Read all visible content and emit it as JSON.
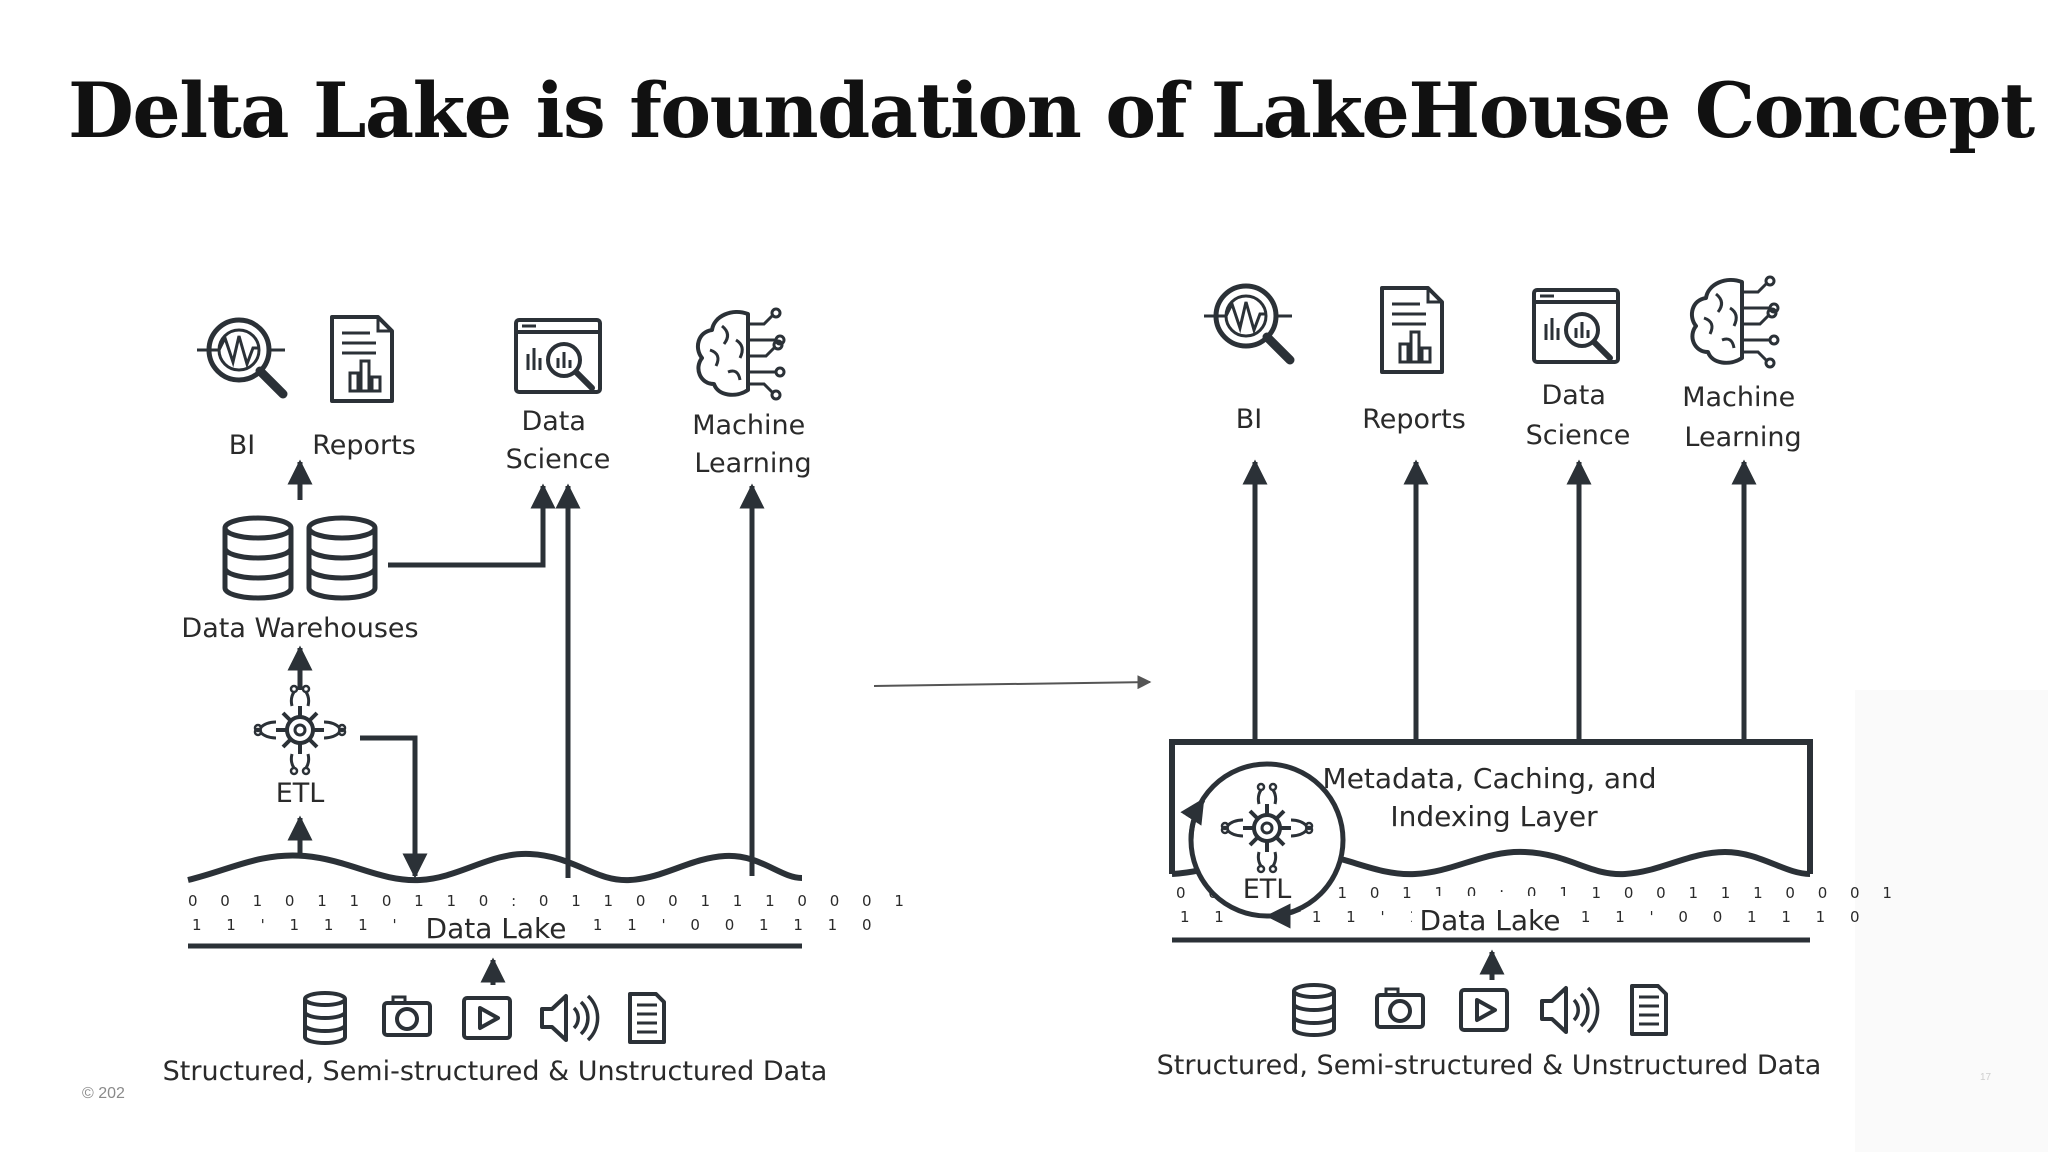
{
  "slide": {
    "title": "Delta Lake is foundation of LakeHouse Concept",
    "footer": "© 202",
    "page_number": "17"
  },
  "left_diagram": {
    "consumers": [
      "BI",
      "Reports",
      "Data Science",
      "Machine Learning"
    ],
    "warehouse_label": "Data Warehouses",
    "etl_label": "ETL",
    "lake_label": "Data Lake",
    "sources_label": "Structured, Semi-structured & Unstructured Data",
    "source_icons": [
      "database-icon",
      "camera-icon",
      "video-icon",
      "audio-icon",
      "document-icon"
    ],
    "consumer_icons": [
      "bi-magnifier-icon",
      "report-icon",
      "data-science-icon",
      "brain-icon"
    ]
  },
  "right_diagram": {
    "consumers": [
      "BI",
      "Reports",
      "Data Science",
      "Machine Learning"
    ],
    "layer_label": "Metadata, Caching, and Indexing Layer",
    "etl_label": "ETL",
    "lake_label": "Data Lake",
    "sources_label": "Structured, Semi-structured & Unstructured Data",
    "source_icons": [
      "database-icon",
      "camera-icon",
      "video-icon",
      "audio-icon",
      "document-icon"
    ],
    "consumer_icons": [
      "bi-magnifier-icon",
      "report-icon",
      "data-science-icon",
      "brain-icon"
    ]
  },
  "colors": {
    "stroke": "#2b3137",
    "text": "#2a2a2a",
    "title": "#111111"
  }
}
